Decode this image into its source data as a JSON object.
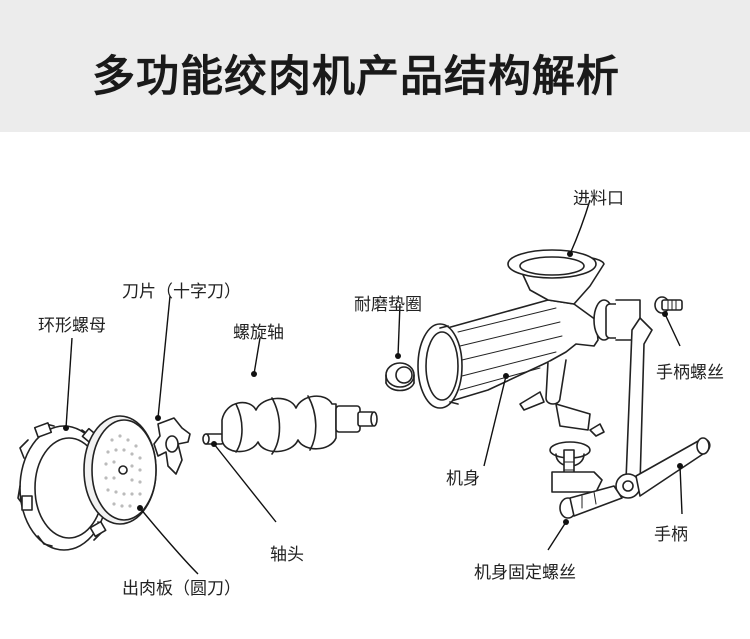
{
  "title": "多功能绞肉机产品结构解析",
  "labels": {
    "hopper": "进料口",
    "blade": "刀片（十字刀）",
    "screw_shaft": "螺旋轴",
    "washer": "耐磨垫圈",
    "ring_nut": "环形螺母",
    "handle_screw": "手柄螺丝",
    "body": "机身",
    "shaft_head": "轴头",
    "handle": "手柄",
    "plate": "出肉板（圆刀）",
    "clamp_screw": "机身固定螺丝"
  }
}
